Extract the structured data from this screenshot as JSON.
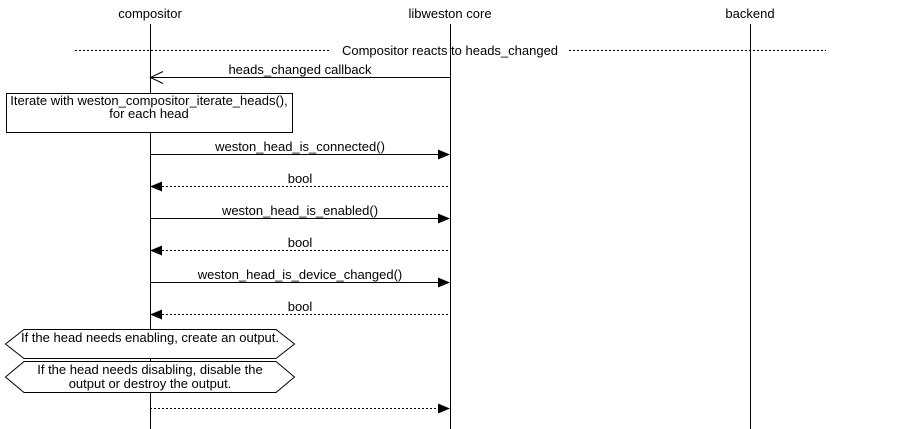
{
  "diagram": {
    "lifelines": [
      {
        "label": "compositor"
      },
      {
        "label": "libweston core"
      },
      {
        "label": "backend"
      }
    ],
    "divider": {
      "label": "Compositor reacts to heads_changed"
    },
    "messages": [
      {
        "label": "heads_changed callback",
        "from": "libweston core",
        "to": "compositor",
        "style": "solid-open-arrow"
      },
      {
        "label": "weston_head_is_connected()",
        "from": "compositor",
        "to": "libweston core",
        "style": "solid-filled-arrow"
      },
      {
        "label": "bool",
        "from": "libweston core",
        "to": "compositor",
        "style": "dotted-filled-arrow"
      },
      {
        "label": "weston_head_is_enabled()",
        "from": "compositor",
        "to": "libweston core",
        "style": "solid-filled-arrow"
      },
      {
        "label": "bool",
        "from": "libweston core",
        "to": "compositor",
        "style": "dotted-filled-arrow"
      },
      {
        "label": "weston_head_is_device_changed()",
        "from": "compositor",
        "to": "libweston core",
        "style": "solid-filled-arrow"
      },
      {
        "label": "bool",
        "from": "libweston core",
        "to": "compositor",
        "style": "dotted-filled-arrow"
      },
      {
        "label": "",
        "from": "compositor",
        "to": "libweston core",
        "style": "dotted-filled-arrow"
      }
    ],
    "note": {
      "text": "Iterate with weston_compositor_iterate_heads(), for each head"
    },
    "conditions": [
      {
        "text": "If the head needs enabling, create an output."
      },
      {
        "text": "If the head needs disabling, disable the output or destroy the output."
      }
    ],
    "colors": {
      "line": "#000000",
      "background": "#ffffff",
      "text": "#000000"
    }
  }
}
